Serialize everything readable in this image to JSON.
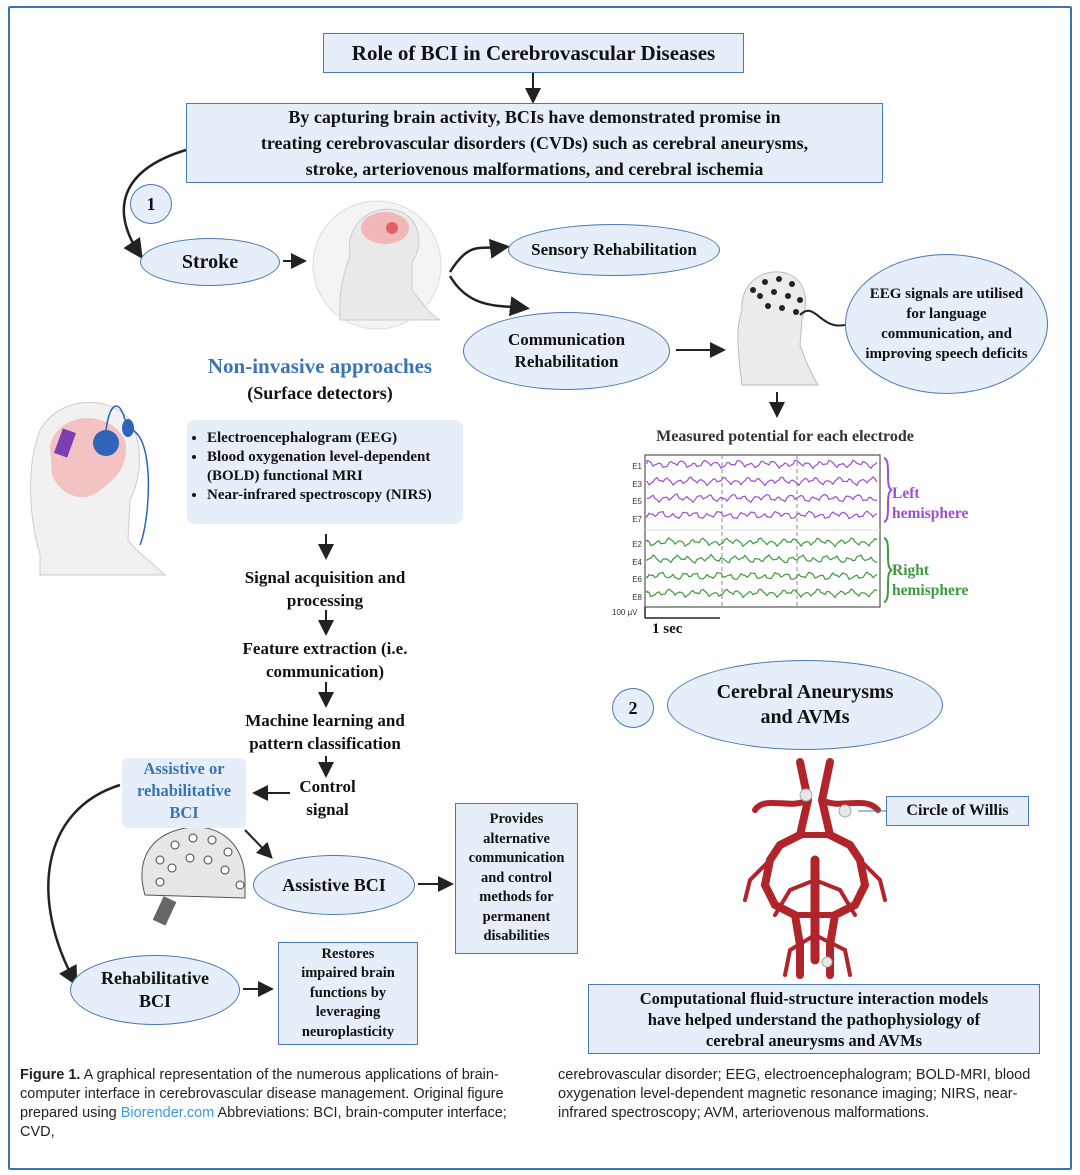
{
  "title": "Role of BCI in Cerebrovascular Diseases",
  "intro": "By capturing brain activity, BCIs have demonstrated promise in\ntreating cerebrovascular disorders (CVDs) such as cerebral aneurysms,\nstroke, arteriovenous malformations, and cerebral ischemia",
  "step1": "1",
  "step2": "2",
  "stroke": "Stroke",
  "sensory": "Sensory Rehabilitation",
  "communication": "Communication\nRehabilitation",
  "eeg_note": "EEG signals are utilised\nfor language\ncommunication, and\nimproving speech deficits",
  "noninvasive": {
    "heading": "Non-invasive approaches",
    "sub": "(Surface detectors)",
    "items": [
      "Electroencephalogram (EEG)",
      "Blood oxygenation level-dependent\n(BOLD) functional MRI",
      "Near-infrared spectroscopy (NIRS)"
    ]
  },
  "pipeline": {
    "acquisition": "Signal acquisition and\nprocessing",
    "feature": "Feature extraction (i.e.\ncommunication)",
    "ml": "Machine learning and\npattern classification",
    "control": "Control\nsignal"
  },
  "assistive_or_rehab": "Assistive or\nrehabilitative\nBCI",
  "assistive_bci": "Assistive BCI",
  "provides": "Provides\nalternative\ncommunication\nand control\nmethods for\npermanent\ndisabilities",
  "rehab_bci": "Rehabilitative\nBCI",
  "restores": "Restores\nimpaired brain\nfunctions by\nleveraging\nneuroplasticity",
  "eeg_chart": {
    "title": "Measured potential for each electrode",
    "left_channels": [
      "E1",
      "E3",
      "E5",
      "E7"
    ],
    "right_channels": [
      "E2",
      "E4",
      "E6",
      "E8"
    ],
    "left_label": "Left\nhemisphere",
    "right_label": "Right\nhemisphere",
    "scale_label": "100 µV",
    "time_label": "1 sec",
    "colors": {
      "left": "#9b4fd6",
      "right": "#3f9a3f"
    }
  },
  "aneurysms": "Cerebral Aneurysms\nand AVMs",
  "willis": "Circle of Willis",
  "fluid": "Computational fluid-structure interaction models\nhave helped understand the pathophysiology of\ncerebral aneurysms and AVMs",
  "caption": {
    "label": "Figure 1.",
    "left_text": " A graphical representation of the numerous applications of brain-computer interface in cerebrovascular disease management. Original figure prepared using ",
    "link": "Biorender.com",
    "left_end": " Abbreviations: BCI, brain-computer interface; CVD,",
    "right_text": "cerebrovascular disorder; EEG, electroencephalogram; BOLD-MRI, blood oxygenation level-dependent magnetic resonance imaging; NIRS, near-infrared spectroscopy; AVM, arteriovenous malformations."
  },
  "colors": {
    "accent": "#3b74b5",
    "box_fill": "#e6eef9",
    "artery": "#b0242a"
  }
}
